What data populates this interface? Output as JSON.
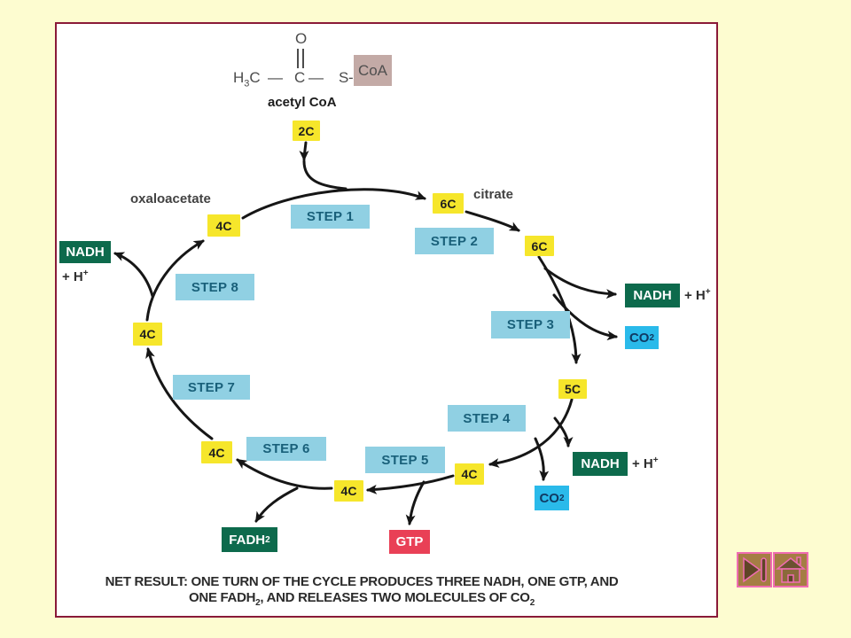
{
  "slide": {
    "background_color": "#FDFCD0",
    "panel_border_color": "#8A1A38"
  },
  "acetyl_coa": {
    "oxygen": "O",
    "h3c_base": "H",
    "h3c_sub": "3",
    "h3c_tail": "C",
    "bond1": "—",
    "carbon": "C",
    "bond2": "—",
    "sulfur": "S",
    "bond3": "-",
    "coa": "CoA",
    "caption": "acetyl CoA",
    "chip": "2C"
  },
  "cycle": {
    "labels": {
      "oxaloacetate": "oxaloacetate",
      "citrate": "citrate"
    },
    "chips": {
      "c6a": "6C",
      "c6b": "6C",
      "c5": "5C",
      "c4r": "4C",
      "c4b": "4C",
      "c4m": "4C",
      "c4l": "4C",
      "c4t": "4C"
    },
    "steps": {
      "s1": "STEP 1",
      "s2": "STEP 2",
      "s3": "STEP 3",
      "s4": "STEP 4",
      "s5": "STEP 5",
      "s6": "STEP 6",
      "s7": "STEP 7",
      "s8": "STEP 8"
    }
  },
  "products": {
    "nadh": "NADH",
    "h_plus_base": "+ H",
    "h_plus_sup": "+",
    "co2_base": "CO",
    "co2_sub": "2",
    "fadh_base": "FADH",
    "fadh_sub": "2",
    "gtp": "GTP"
  },
  "net_result": {
    "line1": "NET RESULT: ONE TURN OF THE CYCLE PRODUCES THREE NADH, ONE GTP, AND",
    "line2_a": "ONE FADH",
    "line2_sub_a": "2",
    "line2_b": ", AND RELEASES TWO MOLECULES OF CO",
    "line2_sub_b": "2"
  },
  "colors": {
    "carbon_chip_bg": "#F6E62B",
    "step_box_bg": "#90D0E3",
    "step_text": "#19607A",
    "nadh_bg": "#0D6A4C",
    "co2_bg": "#2ABAEA",
    "gtp_bg": "#E94056",
    "coa_highlight": "#C3AAA6",
    "arrow": "#161616",
    "nav_button_bg": "#A57D44",
    "nav_button_border": "#F06CB2",
    "nav_glyph": "#5E4526"
  }
}
